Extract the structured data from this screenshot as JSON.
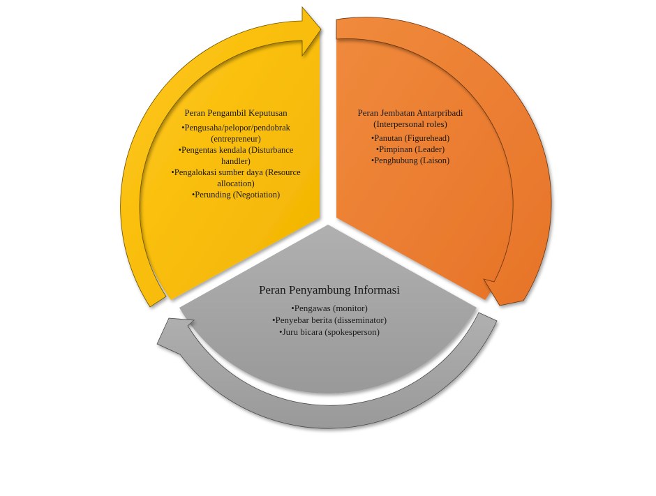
{
  "diagram": {
    "colors": {
      "decision": "#fdbf00",
      "interpersonal": "#ed7c31",
      "informational": "#a5a5a5"
    },
    "segments": {
      "decision": {
        "title": "Peran Pengambil Keputusan",
        "items": [
          "Pengusaha/pelopor/pendobrak (entrepreneur)",
          "Pengentas kendala (Disturbance handler)",
          "Pengalokasi sumber daya (Resource allocation)",
          "Perunding (Negotiation)"
        ]
      },
      "interpersonal": {
        "title": "Peran Jembatan Antarpribadi (Interpersonal roles)",
        "items": [
          "Panutan (Figurehead)",
          "Pimpinan (Leader)",
          "Penghubung (Laison)"
        ]
      },
      "informational": {
        "title": "Peran Penyambung Informasi",
        "items": [
          "Pengawas (monitor)",
          "Penyebar berita (disseminator)",
          "Juru bicara (spokesperson)"
        ]
      }
    }
  }
}
